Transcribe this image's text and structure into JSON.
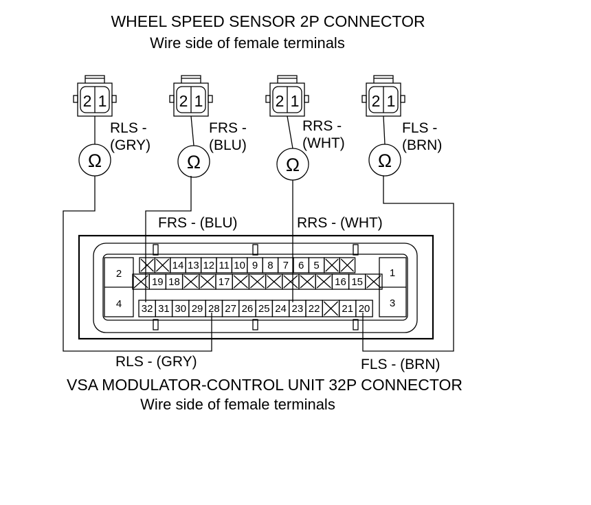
{
  "header": {
    "title": "WHEEL SPEED SENSOR 2P CONNECTOR",
    "subtitle": "Wire side of female terminals"
  },
  "sensors": [
    {
      "pin_left": "2",
      "pin_right": "1",
      "name": "RLS -",
      "color": "(GRY)"
    },
    {
      "pin_left": "2",
      "pin_right": "1",
      "name": "FRS -",
      "color": "(BLU)"
    },
    {
      "pin_left": "2",
      "pin_right": "1",
      "name": "RRS -",
      "color": "(WHT)"
    },
    {
      "pin_left": "2",
      "pin_right": "1",
      "name": "FLS -",
      "color": "(BRN)"
    }
  ],
  "ohm_symbol": "Ω",
  "wire_labels": {
    "frs": "FRS -  (BLU)",
    "rrs": "RRS -  (WHT)",
    "rls": "RLS -  (GRY)",
    "fls": "FLS -  (BRN)"
  },
  "module_connector": {
    "side_terminals": {
      "tl": "2",
      "bl": "4",
      "tr": "1",
      "br": "3"
    },
    "row1": [
      "X",
      "X",
      "14",
      "13",
      "12",
      "11",
      "10",
      "9",
      "8",
      "7",
      "6",
      "5",
      "X",
      "X"
    ],
    "row2": [
      "X",
      "19",
      "18",
      "X",
      "X",
      "17",
      "X",
      "X",
      "X",
      "X",
      "X",
      "X",
      "16",
      "15",
      "X"
    ],
    "row3": [
      "32",
      "31",
      "30",
      "29",
      "28",
      "27",
      "26",
      "25",
      "24",
      "23",
      "22",
      "X",
      "21",
      "20"
    ]
  },
  "footer": {
    "title": "VSA MODULATOR-CONTROL UNIT 32P CONNECTOR",
    "subtitle": "Wire side of female terminals"
  }
}
